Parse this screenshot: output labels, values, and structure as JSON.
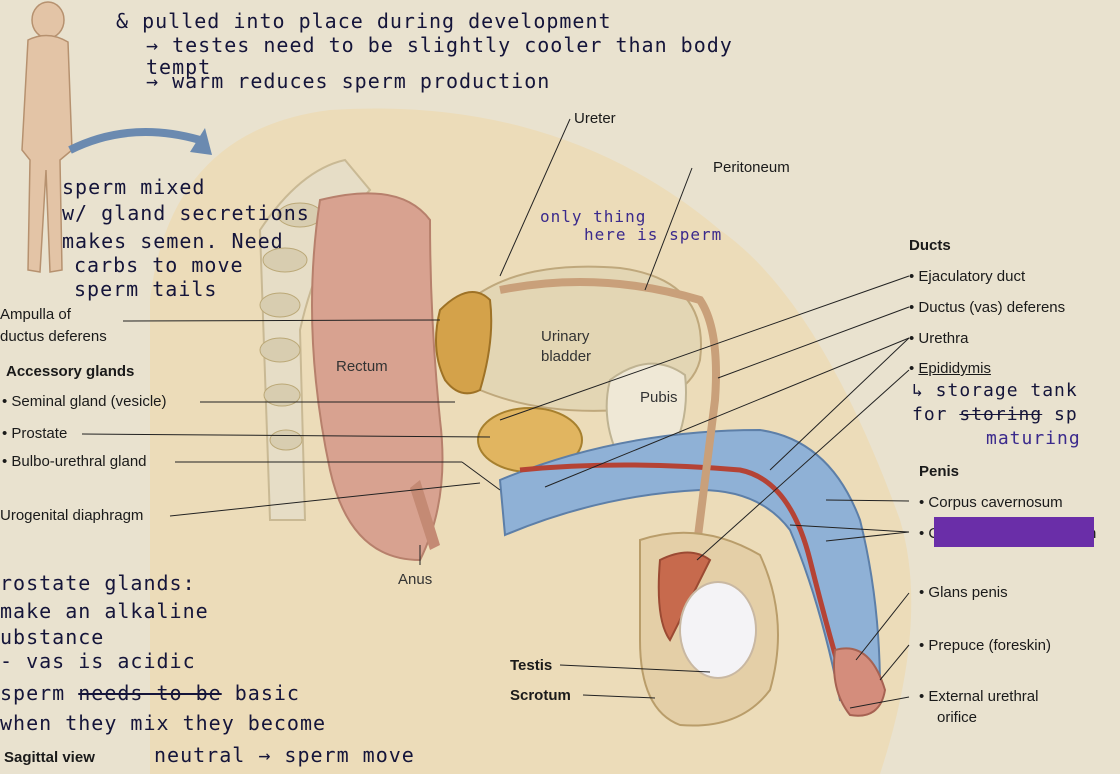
{
  "labels": {
    "ureter": "Ureter",
    "peritoneum": "Peritoneum",
    "ducts_header": "Ducts",
    "ejaculatory_duct": "Ejaculatory duct",
    "ductus_deferens": "Ductus (vas) deferens",
    "urethra": "Urethra",
    "epididymis": "Epididymis",
    "penis_header": "Penis",
    "corpus_cavernosum": "Corpus cavernosum",
    "corpus_spongiosum_visible": "C",
    "corpus_spongiosum_tail": "n",
    "glans_penis": "Glans penis",
    "prepuce": "Prepuce (foreskin)",
    "external_orifice_1": "External urethral",
    "external_orifice_2": "orifice",
    "ampulla_1": "Ampulla of",
    "ampulla_2": "ductus deferens",
    "accessory_header": "Accessory glands",
    "seminal_gland": "Seminal gland (vesicle)",
    "prostate": "Prostate",
    "bulbo_urethral": "Bulbo-urethral gland",
    "urogenital_diaphragm": "Urogenital diaphragm",
    "rectum": "Rectum",
    "bladder_1": "Urinary",
    "bladder_2": "bladder",
    "pubis": "Pubis",
    "anus": "Anus",
    "testis": "Testis",
    "scrotum": "Scrotum",
    "sagittal_view": "Sagittal view"
  },
  "notes": {
    "top_line_1": "& pulled into place during development",
    "top_line_2": "→ testes need to be slightly cooler than body",
    "top_line_3": "tempt",
    "top_line_4": "→ warm reduces sperm production",
    "left_1": "sperm mixed",
    "left_2": "w/ gland secretions",
    "left_3": "makes semen. Need",
    "left_4": "carbs to move",
    "left_5": "sperm tails",
    "center_1": "only thing",
    "center_2": "here is sperm",
    "epi_1": "↳ storage tank",
    "epi_2_a": "for ",
    "epi_2_strike": "storing",
    "epi_2_b": " sp",
    "epi_3": "maturing",
    "bottom_1": "rostate glands:",
    "bottom_2": "make an alkaline",
    "bottom_3": "ubstance",
    "bottom_4": "- vas is acidic",
    "bottom_5_a": "sperm ",
    "bottom_5_strike": "needs to be",
    "bottom_5_b": " basic",
    "bottom_6": "when they mix they become",
    "bottom_7": "neutral → sperm move"
  },
  "colors": {
    "background": "#e9e2cf",
    "redaction": "#6a2ea8",
    "ink": "#15153a",
    "purple_ink": "#3b2a8c"
  }
}
